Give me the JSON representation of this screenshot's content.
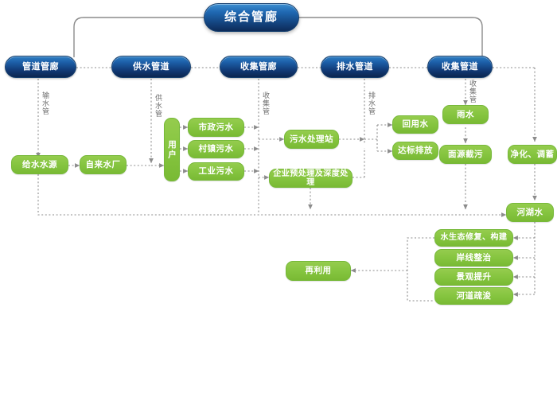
{
  "diagram": {
    "title": "综合管廊",
    "type": "flowchart",
    "colors": {
      "blue_node": "#14447f",
      "green_node": "#86c540",
      "connector": "#8c8c8c"
    },
    "corridor_row": [
      {
        "id": "pipe_corridor",
        "label": "管道管廊"
      },
      {
        "id": "water_supply_pipe",
        "label": "供水管道"
      },
      {
        "id": "collect_corridor",
        "label": "收集管廊"
      },
      {
        "id": "drain_pipe",
        "label": "排水管道"
      },
      {
        "id": "collect_pipe",
        "label": "收集管道"
      }
    ],
    "pipe_labels": [
      {
        "id": "conveyance",
        "label": "输水管"
      },
      {
        "id": "supply",
        "label": "供水管"
      },
      {
        "id": "collect",
        "label": "收集管"
      },
      {
        "id": "drainage",
        "label": "排水管"
      },
      {
        "id": "collect2",
        "label": "收集管"
      }
    ],
    "process_nodes": [
      {
        "id": "source",
        "label": "给水水源"
      },
      {
        "id": "waterworks",
        "label": "自来水厂"
      },
      {
        "id": "users",
        "label": "用户"
      },
      {
        "id": "municipal",
        "label": "市政污水"
      },
      {
        "id": "village",
        "label": "村镇污水"
      },
      {
        "id": "industrial",
        "label": "工业污水"
      },
      {
        "id": "wwtp",
        "label": "污水处理站"
      },
      {
        "id": "pretreatment",
        "label": "企业预处理及深度处理"
      },
      {
        "id": "reclaimed",
        "label": "回用水"
      },
      {
        "id": "discharge",
        "label": "达标排放"
      },
      {
        "id": "rainwater",
        "label": "雨水"
      },
      {
        "id": "nonpoint",
        "label": "面源截污"
      },
      {
        "id": "purify",
        "label": "净化、调蓄"
      },
      {
        "id": "riverlake",
        "label": "河湖水"
      },
      {
        "id": "eco_restore",
        "label": "水生态修复、构建"
      },
      {
        "id": "shoreline",
        "label": "岸线整治"
      },
      {
        "id": "landscape",
        "label": "景观提升"
      },
      {
        "id": "dredging",
        "label": "河道疏浚"
      },
      {
        "id": "reuse",
        "label": "再利用"
      }
    ]
  }
}
